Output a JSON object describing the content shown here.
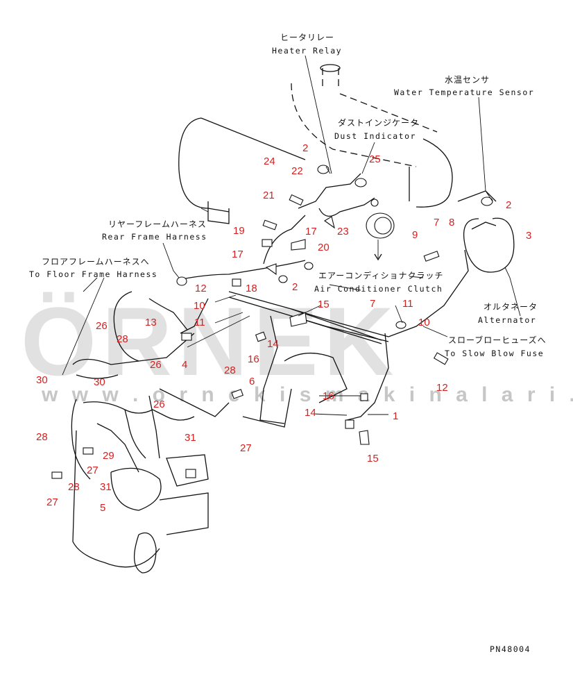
{
  "callouts": {
    "heater_relay": {
      "jp": "ヒータリレー",
      "en": "Heater Relay"
    },
    "water_temp_sensor": {
      "jp": "水温センサ",
      "en": "Water Temperature Sensor"
    },
    "dust_indicator": {
      "jp": "ダストインジケータ",
      "en": "Dust Indicator"
    },
    "rear_frame_harness": {
      "jp": "リヤーフレームハーネス",
      "en": "Rear Frame Harness"
    },
    "floor_frame_harness": {
      "jp": "フロアフレームハーネスへ",
      "en": "To Floor Frame Harness"
    },
    "ac_clutch": {
      "jp": "エアーコンディショナクラッチ",
      "en": "Air Conditioner Clutch"
    },
    "alternator": {
      "jp": "オルタネータ",
      "en": "Alternator"
    },
    "slow_blow_fuse": {
      "jp": "スローブローヒューズへ",
      "en": "To Slow Blow Fuse"
    }
  },
  "part_numbers": [
    {
      "id": "n1",
      "text": "2"
    },
    {
      "id": "n2",
      "text": "24"
    },
    {
      "id": "n3",
      "text": "22"
    },
    {
      "id": "n4",
      "text": "25"
    },
    {
      "id": "n5",
      "text": "2"
    },
    {
      "id": "n6",
      "text": "21"
    },
    {
      "id": "n7",
      "text": "3"
    },
    {
      "id": "n8",
      "text": "19"
    },
    {
      "id": "n9",
      "text": "17"
    },
    {
      "id": "n10",
      "text": "23"
    },
    {
      "id": "n11",
      "text": "7"
    },
    {
      "id": "n12",
      "text": "8"
    },
    {
      "id": "n13",
      "text": "9"
    },
    {
      "id": "n14",
      "text": "17"
    },
    {
      "id": "n15",
      "text": "20"
    },
    {
      "id": "n16",
      "text": "12"
    },
    {
      "id": "n17",
      "text": "18"
    },
    {
      "id": "n18",
      "text": "2"
    },
    {
      "id": "n19",
      "text": "10"
    },
    {
      "id": "n20",
      "text": "15"
    },
    {
      "id": "n21",
      "text": "7"
    },
    {
      "id": "n22",
      "text": "11"
    },
    {
      "id": "n23",
      "text": "13"
    },
    {
      "id": "n24",
      "text": "11"
    },
    {
      "id": "n25",
      "text": "10"
    },
    {
      "id": "n26",
      "text": "26"
    },
    {
      "id": "n27",
      "text": "28"
    },
    {
      "id": "n28",
      "text": "14"
    },
    {
      "id": "n29",
      "text": "16"
    },
    {
      "id": "n30",
      "text": "12"
    },
    {
      "id": "n31",
      "text": "26"
    },
    {
      "id": "n32",
      "text": "4"
    },
    {
      "id": "n33",
      "text": "28"
    },
    {
      "id": "n34",
      "text": "30"
    },
    {
      "id": "n35",
      "text": "30"
    },
    {
      "id": "n36",
      "text": "6"
    },
    {
      "id": "n37",
      "text": "16"
    },
    {
      "id": "n38",
      "text": "26"
    },
    {
      "id": "n39",
      "text": "14"
    },
    {
      "id": "n40",
      "text": "1"
    },
    {
      "id": "n41",
      "text": "28"
    },
    {
      "id": "n42",
      "text": "31"
    },
    {
      "id": "n43",
      "text": "27"
    },
    {
      "id": "n44",
      "text": "29"
    },
    {
      "id": "n45",
      "text": "15"
    },
    {
      "id": "n46",
      "text": "27"
    },
    {
      "id": "n47",
      "text": "28"
    },
    {
      "id": "n48",
      "text": "31"
    },
    {
      "id": "n49",
      "text": "27"
    },
    {
      "id": "n50",
      "text": "5"
    }
  ],
  "watermark": {
    "logo": "ÖRNEK",
    "url": "w w w . o r n e k i s m a k i n a l a r i . c o m . t r"
  },
  "drawing_code": "PN48004"
}
